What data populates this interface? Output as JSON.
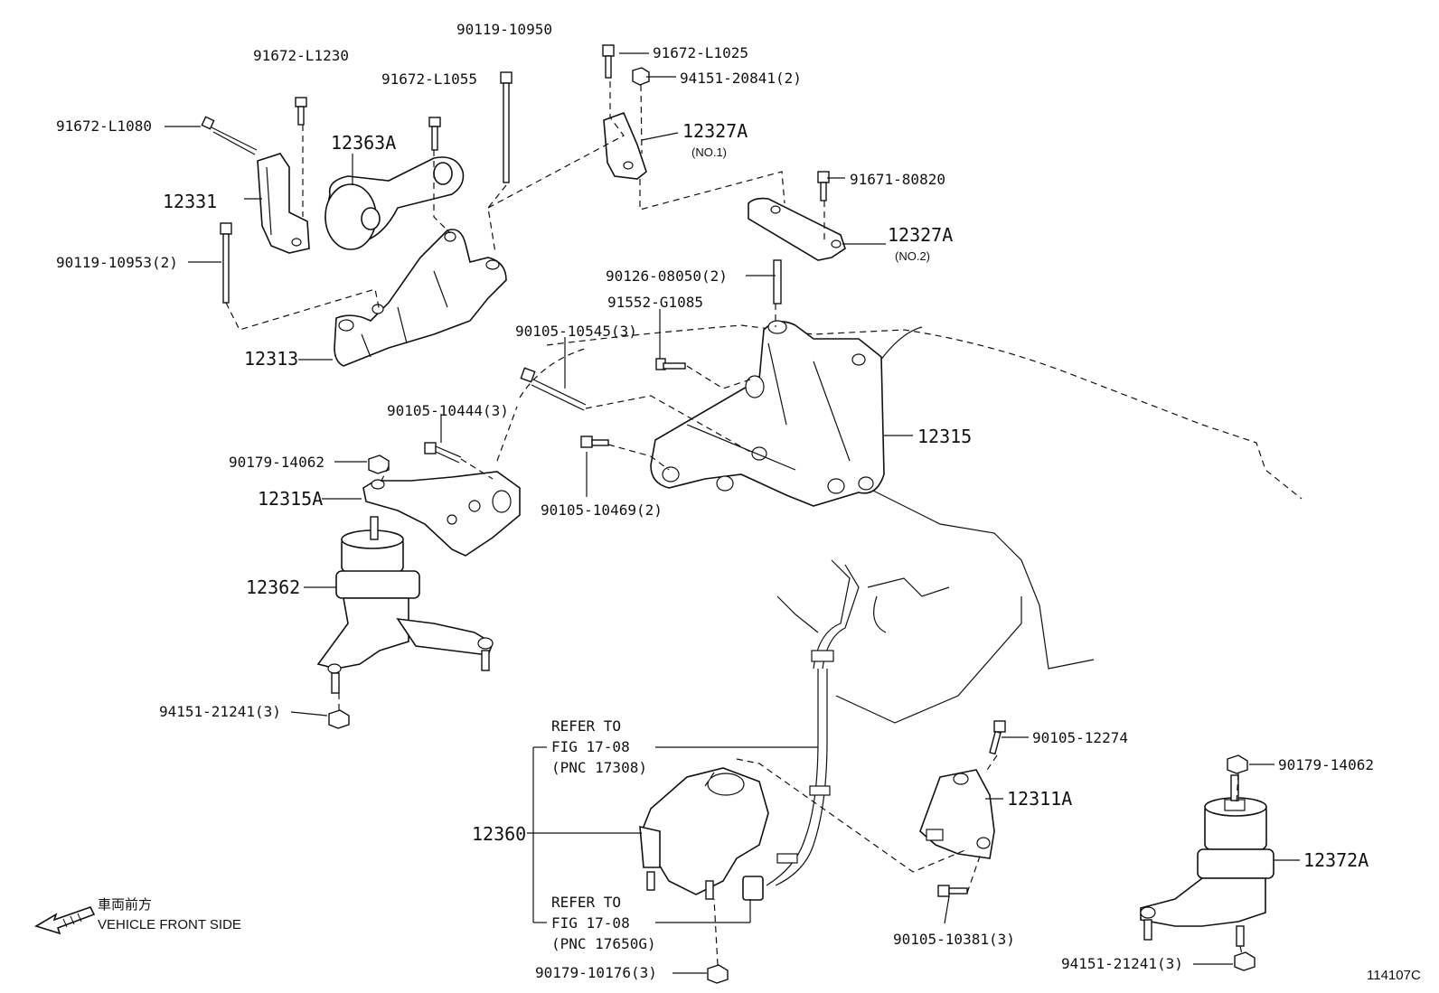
{
  "diagram_id": "114107C",
  "direction": {
    "label_jp": "車両前方",
    "label_en": "VEHICLE FRONT SIDE"
  },
  "callouts": {
    "c_91672_L1230": "91672-L1230",
    "c_90119_10950": "90119-10950",
    "c_91672_L1025": "91672-L1025",
    "c_94151_20841": "94151-20841(2)",
    "c_91672_L1055": "91672-L1055",
    "c_91672_L1080": "91672-L1080",
    "c_12363A": "12363A",
    "c_12327A_1": "12327A",
    "c_12327A_1_sub": "(NO.1)",
    "c_91671_80820": "91671-80820",
    "c_12331": "12331",
    "c_90119_10953": "90119-10953(2)",
    "c_12327A_2": "12327A",
    "c_12327A_2_sub": "(NO.2)",
    "c_90126_08050": "90126-08050(2)",
    "c_91552_G1085": "91552-G1085",
    "c_90105_10545": "90105-10545(3)",
    "c_12313": "12313",
    "c_90105_10444": "90105-10444(3)",
    "c_12315": "12315",
    "c_90179_14062_a": "90179-14062",
    "c_12315A": "12315A",
    "c_90105_10469": "90105-10469(2)",
    "c_12362": "12362",
    "c_94151_21241_a": "94151-21241(3)",
    "c_refer_1_a": "REFER TO",
    "c_refer_1_b": "FIG 17-08",
    "c_refer_1_c": "(PNC 17308)",
    "c_90105_12274": "90105-12274",
    "c_12311A": "12311A",
    "c_90179_14062_b": "90179-14062",
    "c_12360": "12360",
    "c_12372A": "12372A",
    "c_refer_2_a": "REFER TO",
    "c_refer_2_b": "FIG 17-08",
    "c_refer_2_c": "(PNC 17650G)",
    "c_90105_10381": "90105-10381(3)",
    "c_90179_10176": "90179-10176(3)",
    "c_94151_21241_b": "94151-21241(3)"
  }
}
